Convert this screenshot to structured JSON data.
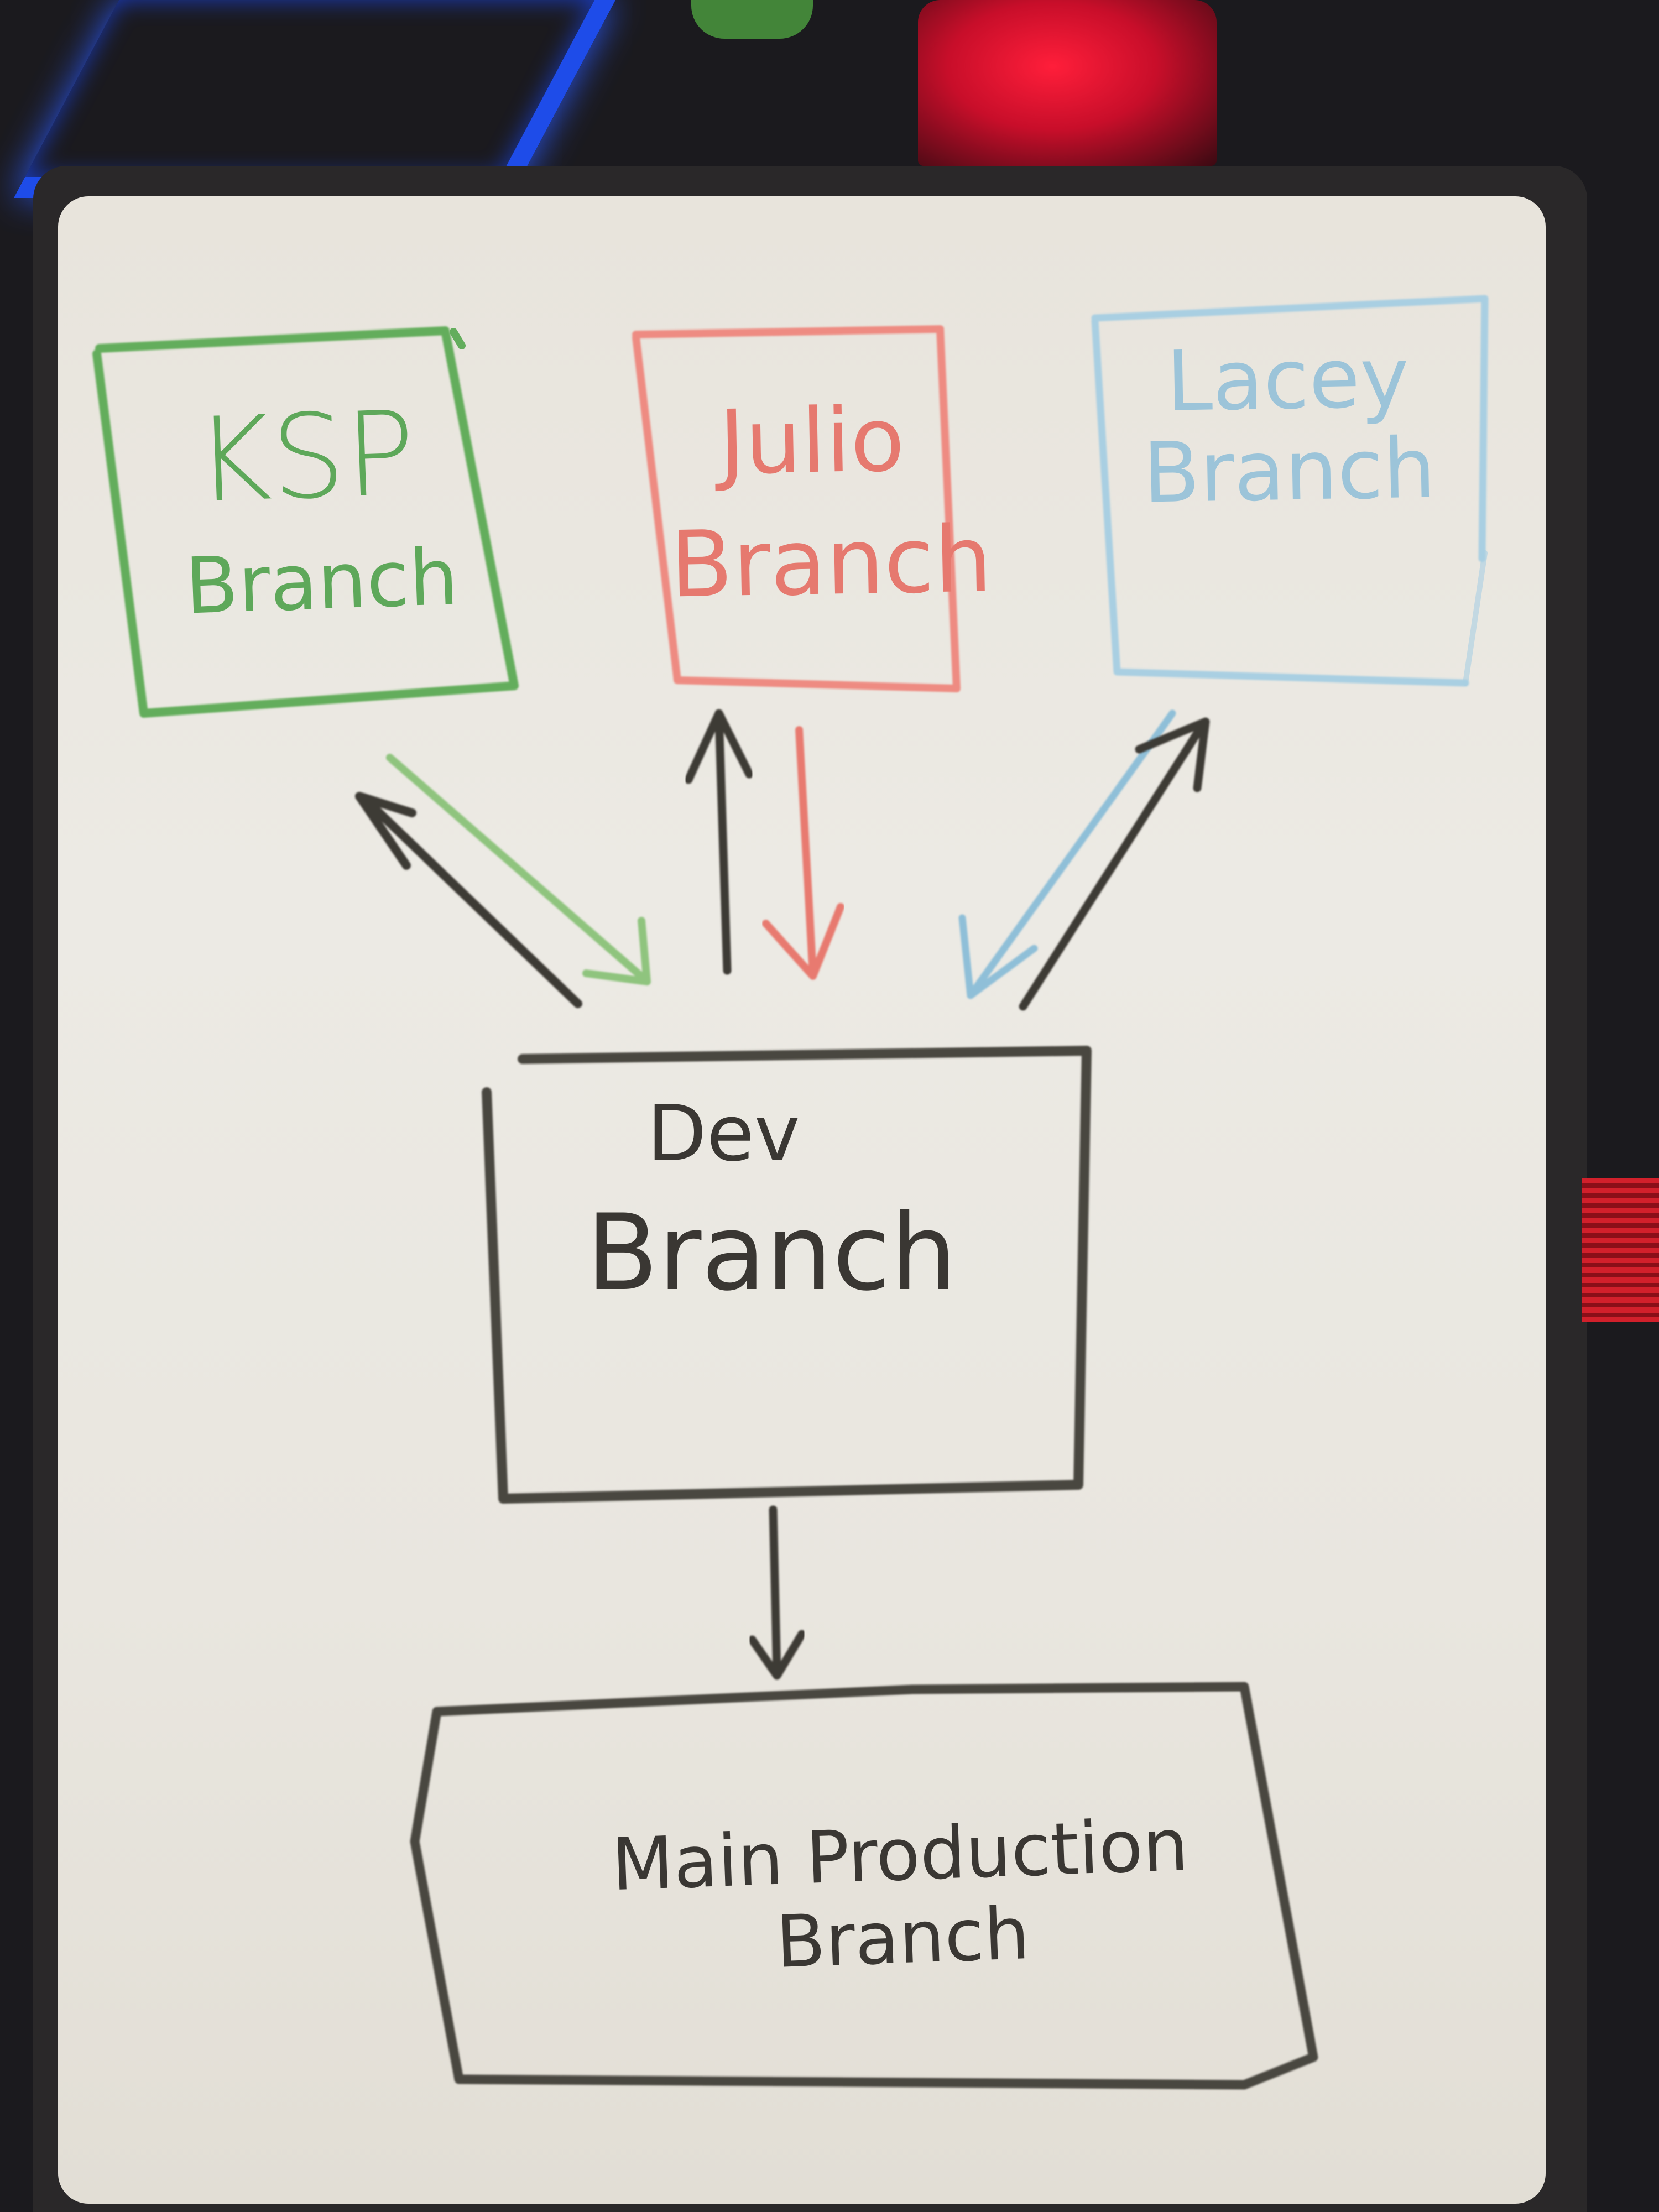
{
  "diagram": {
    "boxes": [
      {
        "id": "ksp",
        "label_line1": "KSP",
        "label_line2": "Branch",
        "color": "#5ea85a"
      },
      {
        "id": "julio",
        "label_line1": "Julio",
        "label_line2": "Branch",
        "color": "#e6796f"
      },
      {
        "id": "lacey",
        "label_line1": "Lacey",
        "label_line2": "Branch",
        "color": "#9cc4d9"
      },
      {
        "id": "dev",
        "label_line1": "Dev",
        "label_line2": "Branch",
        "color": "#3a3733"
      },
      {
        "id": "main",
        "label_line1": "Main Production",
        "label_line2": "Branch",
        "color": "#3a3733"
      }
    ],
    "arrows": [
      {
        "from": "dev",
        "to": "ksp",
        "color": "#3a3733"
      },
      {
        "from": "ksp",
        "to": "dev",
        "color": "#8fc47e"
      },
      {
        "from": "dev",
        "to": "julio",
        "color": "#3a3733"
      },
      {
        "from": "julio",
        "to": "dev",
        "color": "#e6796f"
      },
      {
        "from": "lacey",
        "to": "dev",
        "color": "#8fbfd8"
      },
      {
        "from": "dev",
        "to": "lacey",
        "color": "#3a3733"
      },
      {
        "from": "dev",
        "to": "main",
        "color": "#3a3733"
      }
    ]
  }
}
